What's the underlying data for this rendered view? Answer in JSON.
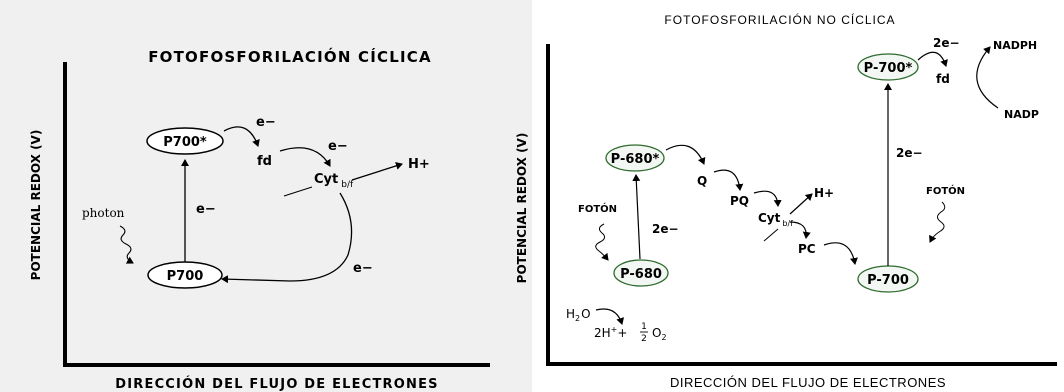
{
  "left": {
    "title": "FOTOFOSFORILACIÓN  CÍCLICA",
    "ylabel": "POTENCIAL REDOX  (V)",
    "xlabel": "DIRECCIÓN DEL FLUJO DE ELECTRONES",
    "nodes": {
      "p700_star": "P700*",
      "p700": "P700"
    },
    "labels": {
      "photon": "photon",
      "e_vertical": "e−",
      "e_top1": "e−",
      "fd": "fd",
      "e_top2": "e−",
      "cyt": "Cyt",
      "cyt_sub": "b/f",
      "h_plus": "H+",
      "e_return": "e−"
    }
  },
  "right": {
    "title": "FOTOFOSFORILACIÓN  NO  CÍCLICA",
    "ylabel": "POTENCIAL  REDOX  (V)",
    "xlabel": "DIRECCIÓN DEL FLUJO DE ELECTRONES",
    "nodes": {
      "p680_star": "P-680*",
      "p680": "P-680",
      "p700_star": "P-700*",
      "p700": "P-700"
    },
    "labels": {
      "foton_left": "FOTÓN",
      "two_e_left": "2e−",
      "q": "Q",
      "pq": "PQ",
      "cyt": "Cyt",
      "cyt_sub": "b/f",
      "h_plus": "H+",
      "pc": "PC",
      "foton_right": "FOTÓN",
      "two_e_right": "2e−",
      "two_e_top": "2e−",
      "fd": "fd",
      "nadph": "NADPH",
      "nadp": "NADP",
      "h2o": "H",
      "h2o_sub": "2",
      "h2o_o": "O",
      "two_h": "2H",
      "plus_sup": "+",
      "plus": "+",
      "frac_num": "1",
      "frac_den": "2",
      "o2": "O",
      "o2_sub": "2"
    }
  }
}
